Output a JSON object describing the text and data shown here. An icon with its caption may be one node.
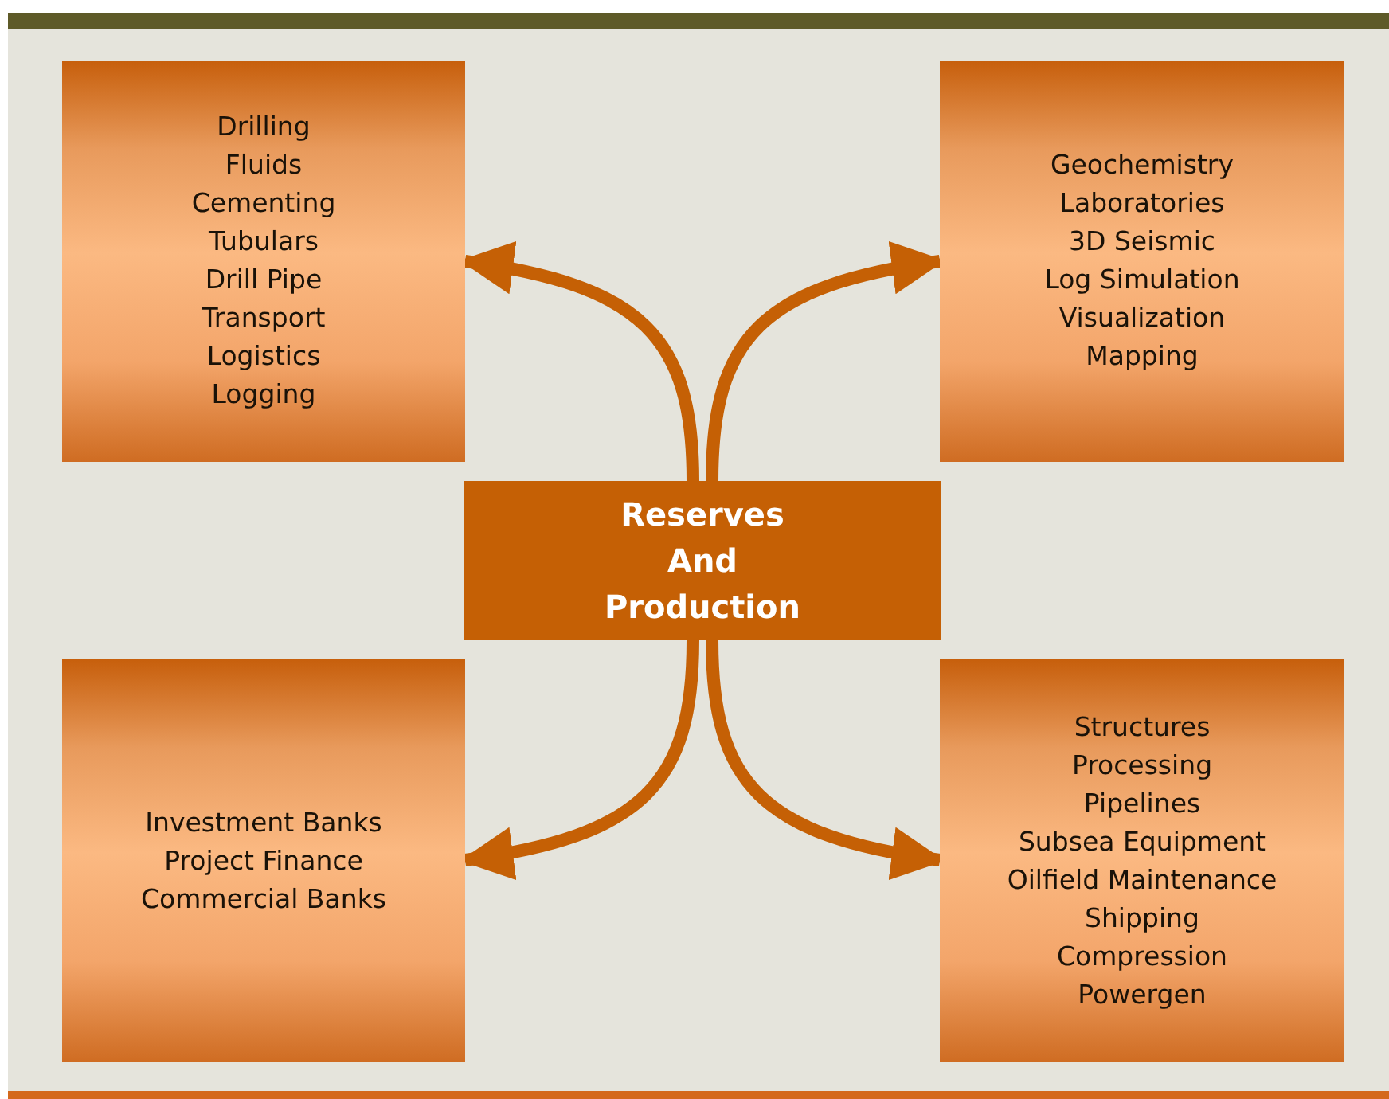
{
  "diagram": {
    "nodes": [
      {
        "text": [
          "Drilling",
          "Fluids",
          "Cementing",
          "Tubulars",
          "Drill Pipe",
          "Transport",
          "Logistics",
          "Logging"
        ]
      },
      {
        "text": [
          "Geochemistry",
          "Laboratories",
          "3D Seismic",
          "Log Simulation",
          "Visualization",
          "Mapping"
        ]
      },
      {
        "text": [
          "Reserves And Production"
        ]
      },
      {
        "text": [
          "Investment Banks",
          "Project Finance",
          "Commercial Banks"
        ]
      },
      {
        "text": [
          "Structures",
          "Processing",
          "Pipelines",
          "Subsea Equipment",
          "Oilfield Maintenance",
          "Shipping",
          "Compression",
          "Powergen"
        ]
      }
    ],
    "edges": [
      {
        "from": 2,
        "to": 0,
        "arrow": "to"
      },
      {
        "from": 2,
        "to": 1,
        "arrow": "to"
      },
      {
        "from": 2,
        "to": 3,
        "arrow": "to"
      },
      {
        "from": 2,
        "to": 4,
        "arrow": "to"
      }
    ]
  }
}
